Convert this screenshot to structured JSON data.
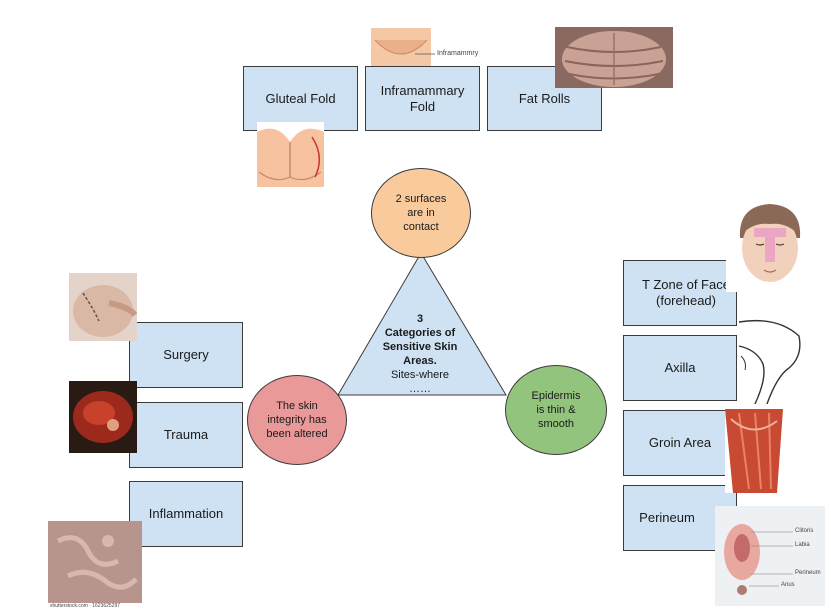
{
  "center": {
    "number": "3",
    "title": "Categories of Sensitive Skin Areas.",
    "subtitle": "Sites-where",
    "ellipsis": "……"
  },
  "circles": {
    "top": "2 surfaces are in contact",
    "left": "The skin integrity has been altered",
    "right": "Epidermis is thin & smooth"
  },
  "top_boxes": [
    "Gluteal Fold",
    "Inframammary Fold",
    "Fat Rolls"
  ],
  "left_boxes": [
    "Surgery",
    "Trauma",
    "Inflammation"
  ],
  "right_boxes": [
    "T Zone of Face (forehead)",
    "Axilla",
    "Groin Area",
    "Perineum"
  ],
  "image_labels": {
    "inframammary": "Inframammry",
    "clitoris": "Clitoris",
    "labia": "Labia",
    "perineum": "Perineum",
    "anus": "Anus",
    "stock": "shutterstock.com · 1623625297"
  },
  "colors": {
    "box": "#cfe2f3",
    "circle_top": "#f9cb9c",
    "circle_left": "#ea9999",
    "circle_right": "#93c47d",
    "triangle": "#cfe2f3"
  }
}
